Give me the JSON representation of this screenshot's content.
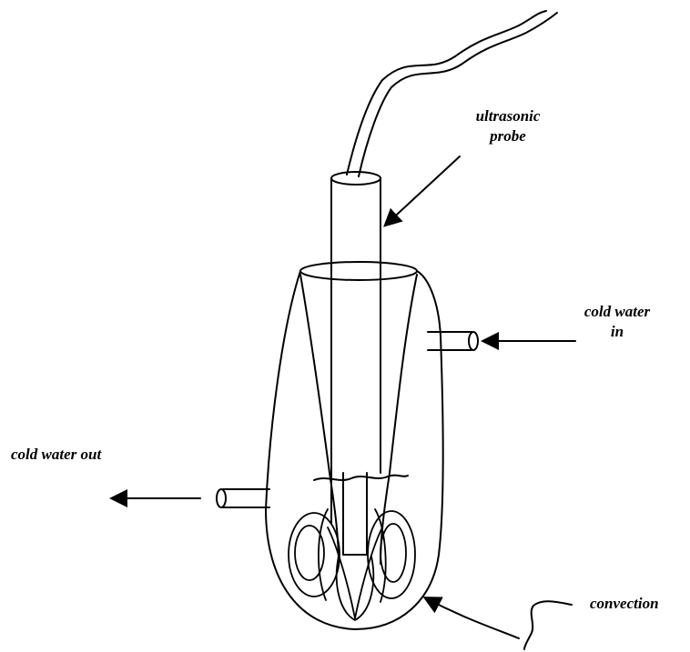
{
  "labels": {
    "probe_line1": "ultrasonic",
    "probe_line2": "probe",
    "water_in_line1": "cold water",
    "water_in_line2": "in",
    "water_out": "cold water out",
    "convection": "convection"
  },
  "colors": {
    "ink": "#000000",
    "background": "#ffffff"
  }
}
